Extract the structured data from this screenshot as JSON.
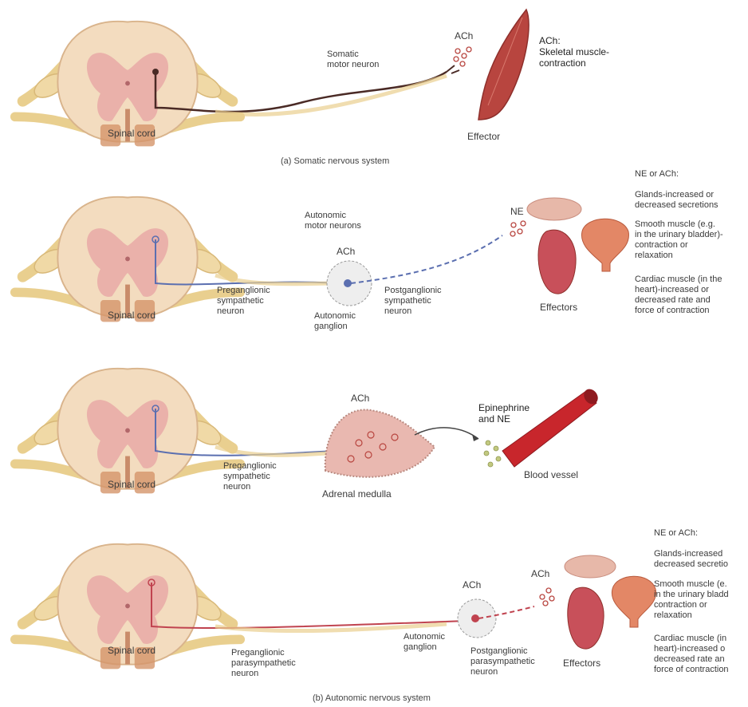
{
  "panel_a": {
    "spinal_cord_label": "Spinal cord",
    "neuron_label": "Somatic\nmotor neuron",
    "ach_label": "ACh",
    "effect_label": "ACh:\nSkeletal muscle-\ncontraction",
    "effector_label": "Effector",
    "caption": "(a) Somatic nervous system"
  },
  "panel_b1": {
    "spinal_cord_label": "Spinal cord",
    "autonomic_motor_label": "Autonomic\nmotor neurons",
    "ach_label": "ACh",
    "ne_label": "NE",
    "preganglionic_label": "Preganglionic\nsympathetic\nneuron",
    "ganglion_label": "Autonomic\nganglion",
    "postganglionic_label": "Postganglionic\nsympathetic\nneuron",
    "effectors_label": "Effectors",
    "effects_title": "NE or ACh:",
    "effects": [
      "Glands-increased or\ndecreased secretions",
      "Smooth muscle (e.g.\nin the urinary bladder)-\ncontraction or\nrelaxation",
      "Cardiac muscle (in the\nheart)-increased or\ndecreased rate and\nforce of contraction"
    ]
  },
  "panel_b2": {
    "spinal_cord_label": "Spinal cord",
    "ach_label": "ACh",
    "preganglionic_label": "Preganglionic\nsympathetic\nneuron",
    "adrenal_label": "Adrenal medulla",
    "hormone_label": "Epinephrine\nand NE",
    "vessel_label": "Blood vessel"
  },
  "panel_b3": {
    "spinal_cord_label": "Spinal cord",
    "ach_label_1": "ACh",
    "ach_label_2": "ACh",
    "preganglionic_label": "Preganglionic\nparasympathetic\nneuron",
    "ganglion_label": "Autonomic\nganglion",
    "postganglionic_label": "Postganglionic\nparasympathetic\nneuron",
    "effectors_label": "Effectors",
    "effects_title": "NE or ACh:",
    "effects": [
      "Glands-increased\ndecreased secretio",
      "Smooth muscle (e.\nin the urinary bladd\ncontraction or\nrelaxation",
      "Cardiac muscle (in\nheart)-increased o\ndecreased rate an\nforce of contraction"
    ],
    "caption": "(b) Autonomic nervous system"
  },
  "colors": {
    "cord_fill": "#f3dcbf",
    "cord_gray": "#e8a9a6",
    "nerve": "#e9cf8f",
    "somatic_axon": "#4a2a25",
    "sympathetic_axon": "#5b6fb0",
    "parasympathetic_axon": "#c0434f",
    "muscle": "#b8453f",
    "vessel": "#c8262c",
    "gland": "#e7b8a9"
  }
}
